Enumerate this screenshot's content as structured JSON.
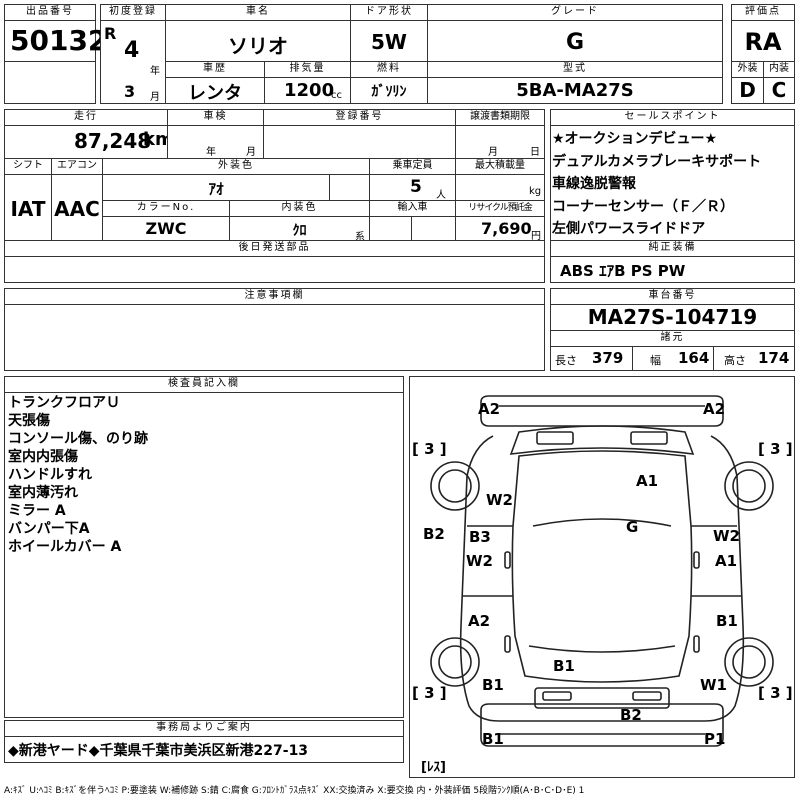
{
  "header": {
    "lot_number_label": "出品番号",
    "lot_number": "50132",
    "first_reg_label": "初度登録",
    "era": "R",
    "year": "4",
    "year_unit": "年",
    "month": "3",
    "month_unit": "月",
    "car_name_label": "車名",
    "car_name": "ソリオ",
    "door_label": "ドア形状",
    "door": "5W",
    "grade_label": "グレード",
    "grade": "G",
    "score_label": "評価点",
    "score": "RA",
    "history_label": "車歴",
    "history": "レンタ",
    "displacement_label": "排気量",
    "displacement": "1200",
    "displacement_unit": "cc",
    "fuel_label": "燃料",
    "fuel": "ｶﾞｿﾘﾝ",
    "model_label": "型式",
    "model": "5BA-MA27S",
    "exterior_label": "外装",
    "exterior_grade": "D",
    "interior_label": "内装",
    "interior_grade": "C"
  },
  "row2": {
    "mileage_label": "走行",
    "mileage": "87,248",
    "mileage_unit": "km",
    "inspection_label": "車検",
    "inspection_year_unit": "年",
    "inspection_month_unit": "月",
    "reg_no_label": "登録番号",
    "transfer_label": "譲渡書類期限",
    "transfer_month_unit": "月",
    "transfer_day_unit": "日"
  },
  "row3": {
    "shift_label": "シフト",
    "shift": "IAT",
    "ac_label": "エアコン",
    "ac": "AAC",
    "color_label": "外装色",
    "color": "ｱｵ",
    "capacity_label": "乗車定員",
    "capacity": "5",
    "capacity_unit": "人",
    "max_load_label": "最大積載量",
    "max_load_unit": "kg",
    "color_no_label": "カラーNo.",
    "color_no": "ZWC",
    "interior_color_label": "内装色",
    "interior_color": "ｸﾛ",
    "interior_color_unit": "系",
    "import_label": "輸入車",
    "recycle_label": "リサイクル預託金",
    "recycle": "7,690",
    "recycle_unit": "円"
  },
  "later_parts_label": "後日発送部品",
  "notes_label": "注意事項欄",
  "sales_points": {
    "label": "セールスポイント",
    "items": [
      "★オークションデビュー★",
      "デュアルカメラブレーキサポート",
      "車線逸脱警報",
      "コーナーセンサー（Ｆ／Ｒ）",
      "左側パワースライドドア"
    ]
  },
  "equipment": {
    "label": "純正装備",
    "value": "ABS ｴｱB PS PW"
  },
  "chassis": {
    "label": "車台番号",
    "value": "MA27S-104719"
  },
  "dimensions": {
    "label": "諸元",
    "length_label": "長さ",
    "length": "379",
    "width_label": "幅",
    "width": "164",
    "height_label": "高さ",
    "height": "174"
  },
  "inspector": {
    "label": "検査員記入欄",
    "items": [
      "トランクフロアＵ",
      "天張傷",
      "コンソール傷、のり跡",
      "室内内張傷",
      "ハンドルすれ",
      "室内薄汚れ",
      "ミラー A",
      "バンパー下A",
      "ホイールカバー A"
    ]
  },
  "office": {
    "label": "事務局よりご案内",
    "value": "◆新港ヤード◆千葉県千葉市美浜区新港227-13"
  },
  "diagram": {
    "codes": {
      "top_left": "A2",
      "top_right": "A2",
      "bracket_tl": "[ 3 ]",
      "bracket_tr": "[ 3 ]",
      "bracket_bl": "[ 3 ]",
      "bracket_br": "[ 3 ]",
      "roof": "A1",
      "left_fender": "W2",
      "center": "G",
      "right_fender": "W2",
      "left_side": "B2",
      "left_door_front": "B3",
      "left_door_front2": "W2",
      "right_door_front": "A1",
      "left_door_rear": "A2",
      "right_door_rear": "B1",
      "rear_center": "B1",
      "left_rear": "B1",
      "right_rear": "W1",
      "rear_bumper": "B2",
      "bottom_left": "B1",
      "bottom_right": "P1",
      "less": "[ﾚｽ]"
    }
  },
  "legend": "A:ｷｽﾞ  U:ﾍｺﾐ B:ｷｽﾞを伴うﾍｺﾐ P:要塗装 W:補修跡 S:錆 C:腐食 G:ﾌﾛﾝﾄｶﾞﾗｽ点ｷｽﾞ XX:交換済み X:要交換  内・外装評価  5段階ﾗﾝｸ順(A･B･C･D･E) 1"
}
